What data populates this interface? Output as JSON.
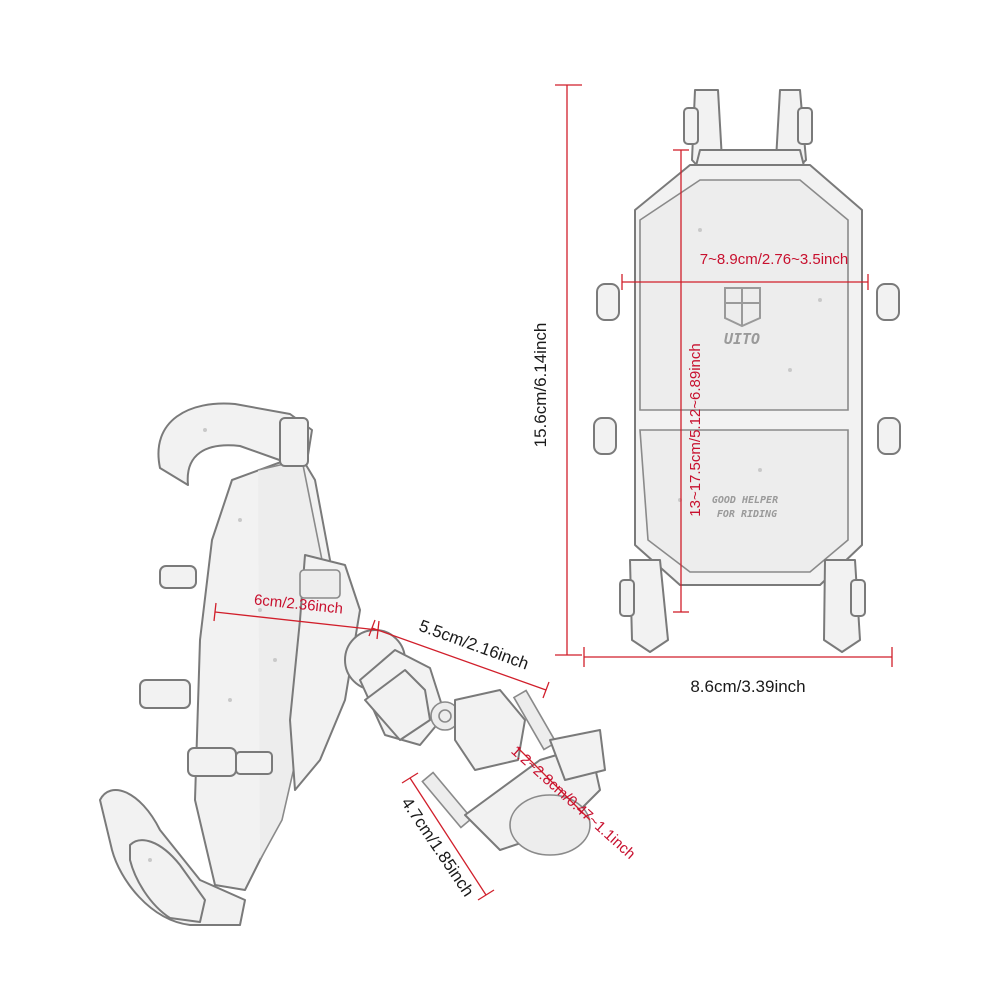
{
  "holder_front": {
    "logo_text": "UITO",
    "slogan_line1": "GOOD HELPER",
    "slogan_line2": "FOR RIDING"
  },
  "dimensions": {
    "total_height": "15.6cm/6.14inch",
    "clamp_range_width": "7~8.9cm/2.76~3.5inch",
    "clamp_range_height": "13~17.5cm/5.12~6.89inch",
    "body_width": "8.6cm/3.39inch",
    "side_depth": "6cm/2.36inch",
    "arm_length": "5.5cm/2.16inch",
    "handlebar_range": "1.2~2.8cm/0.47~1.1inch",
    "base_height": "4.7cm/1.85inch"
  },
  "colors": {
    "dimension_line": "#d11f2b",
    "dimension_text_red": "#c8102e",
    "dimension_text_dark": "#1a1a1a",
    "sketch_stroke": "#7a7a7a",
    "sketch_fill": "#f2f2f2"
  }
}
